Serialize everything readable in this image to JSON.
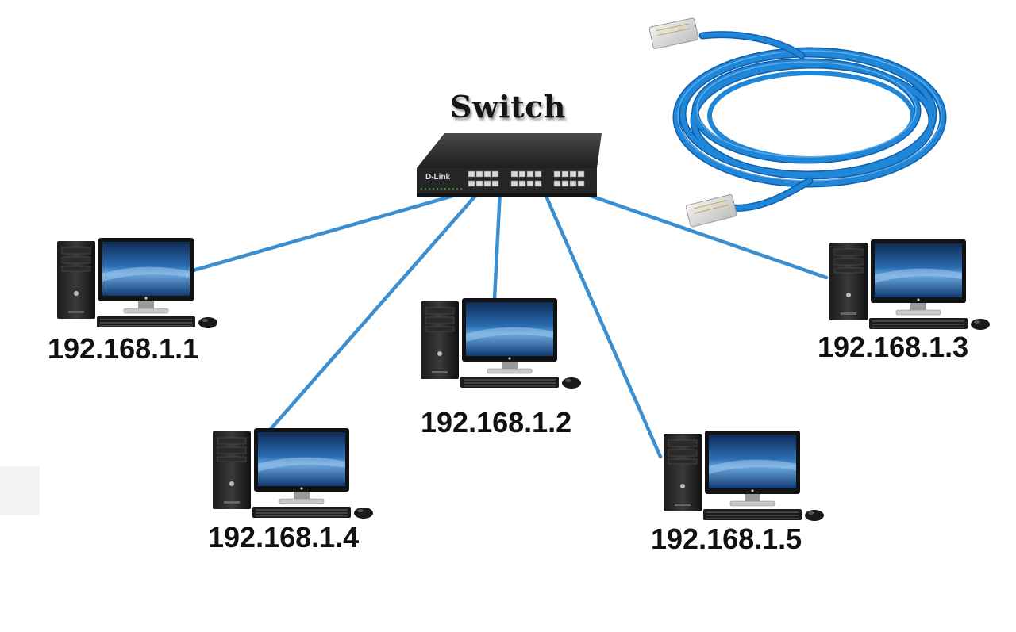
{
  "switch": {
    "title": "Switch",
    "brand": "D-Link"
  },
  "computers": [
    {
      "id": "pc1",
      "ip": "192.168.1.1"
    },
    {
      "id": "pc2",
      "ip": "192.168.1.2"
    },
    {
      "id": "pc3",
      "ip": "192.168.1.3"
    },
    {
      "id": "pc4",
      "ip": "192.168.1.4"
    },
    {
      "id": "pc5",
      "ip": "192.168.1.5"
    }
  ],
  "colors": {
    "link": "#3b8fd0",
    "cable": "#1f86d8",
    "cable_dark": "#0d5fae",
    "switch_body": "#2b2b2b",
    "screen": "#1f5d9e"
  },
  "icons": [
    "network-switch-icon",
    "ethernet-cable-icon",
    "desktop-computer-icon"
  ]
}
